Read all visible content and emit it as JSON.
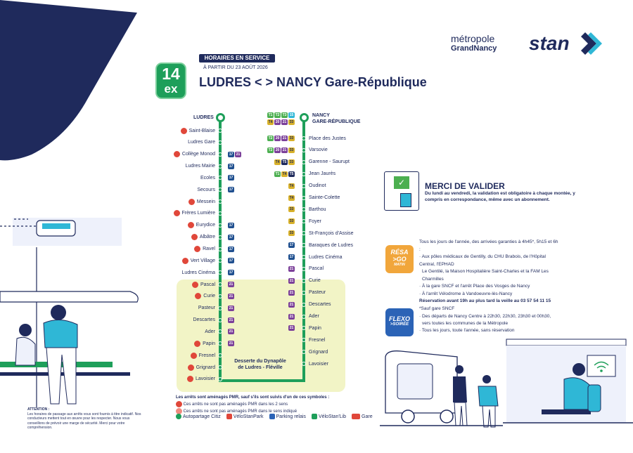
{
  "header": {
    "hours_badge": "HORAIRES EN SERVICE",
    "since": "À PARTIR DU 23 AOÛT 2026",
    "line_number": "14",
    "line_suffix": "ex",
    "route": "LUDRES < > NANCY Gare-République",
    "metropole_line1": "métropole",
    "metropole_line2": "GrandNancy",
    "brand": "stan"
  },
  "map": {
    "left_terminus": "LUDRES",
    "right_terminus_line1": "NANCY",
    "right_terminus_line2": "GARE-RÉPUBLIQUE",
    "right_terminus_lines": [
      "T1",
      "T2",
      "T3",
      "15",
      "T4",
      "20",
      "21",
      "33"
    ],
    "zone_label": "Desserte du Dynapôle de Ludres - Fléville",
    "left_stops": [
      {
        "name": "Saint-Blaise",
        "pmr": true,
        "conn": []
      },
      {
        "name": "Ludres Gare",
        "pmr": false,
        "conn": []
      },
      {
        "name": "Collège Monod",
        "pmr": true,
        "conn": [
          "17",
          "21"
        ]
      },
      {
        "name": "Ludres Mairie",
        "pmr": false,
        "conn": [
          "17"
        ]
      },
      {
        "name": "Ecoles",
        "pmr": false,
        "conn": [
          "17"
        ]
      },
      {
        "name": "Secours",
        "pmr": false,
        "conn": [
          "17"
        ]
      },
      {
        "name": "Messein",
        "pmr": true,
        "conn": []
      },
      {
        "name": "Frères Lumière",
        "pmr": true,
        "conn": []
      },
      {
        "name": "Eurydice",
        "pmr": true,
        "conn": [
          "17"
        ]
      },
      {
        "name": "Albâtre",
        "pmr": true,
        "conn": [
          "17"
        ]
      },
      {
        "name": "Ravel",
        "pmr": true,
        "conn": [
          "17"
        ]
      },
      {
        "name": "Vert Village",
        "pmr": true,
        "conn": [
          "17"
        ]
      },
      {
        "name": "Ludres Cinéma",
        "pmr": false,
        "conn": [
          "17"
        ]
      },
      {
        "name": "Pascal",
        "pmr": true,
        "conn": [
          "21"
        ]
      },
      {
        "name": "Curie",
        "pmr": true,
        "conn": [
          "21"
        ]
      },
      {
        "name": "Pasteur",
        "pmr": false,
        "conn": [
          "21"
        ]
      },
      {
        "name": "Descartes",
        "pmr": false,
        "conn": [
          "21"
        ]
      },
      {
        "name": "Ader",
        "pmr": false,
        "conn": [
          "21"
        ]
      },
      {
        "name": "Papin",
        "pmr": true,
        "conn": [
          "21"
        ]
      },
      {
        "name": "Fresnel",
        "pmr": true,
        "conn": []
      },
      {
        "name": "Grignard",
        "pmr": true,
        "conn": []
      },
      {
        "name": "Lavoisier",
        "pmr": true,
        "conn": []
      }
    ],
    "right_stops": [
      {
        "name": "Place des Justes",
        "conn": [
          "T2",
          "20",
          "21",
          "33"
        ]
      },
      {
        "name": "Varsovie",
        "conn": [
          "T2",
          "20",
          "21",
          "33"
        ]
      },
      {
        "name": "Garenne - Saurupt",
        "conn": [
          "T4",
          "T5",
          "33"
        ]
      },
      {
        "name": "Jean Jaurès",
        "conn": [
          "T1",
          "T4",
          "T5"
        ]
      },
      {
        "name": "Oudinot",
        "conn": [
          "T4"
        ]
      },
      {
        "name": "Sainte-Colette",
        "conn": [
          "T4"
        ]
      },
      {
        "name": "Barthou",
        "conn": [
          "33"
        ]
      },
      {
        "name": "Foyer",
        "conn": [
          "33"
        ]
      },
      {
        "name": "St-François d'Assise",
        "conn": [
          "33"
        ]
      },
      {
        "name": "Baraques de Ludres",
        "conn": [
          "17"
        ]
      },
      {
        "name": "Ludres Cinéma",
        "conn": [
          "17"
        ]
      },
      {
        "name": "Pascal",
        "conn": [
          "21"
        ]
      },
      {
        "name": "Curie",
        "conn": [
          "21"
        ]
      },
      {
        "name": "Pasteur",
        "conn": [
          "21"
        ]
      },
      {
        "name": "Descartes",
        "conn": [
          "21"
        ]
      },
      {
        "name": "Ader",
        "conn": [
          "21"
        ]
      },
      {
        "name": "Papin",
        "conn": [
          "21"
        ]
      },
      {
        "name": "Fresnel",
        "conn": []
      },
      {
        "name": "Grignard",
        "conn": []
      },
      {
        "name": "Lavoisier",
        "conn": []
      }
    ]
  },
  "validate": {
    "title": "MERCI DE VALIDER",
    "text": "Du lundi au vendredi, la validation est obligatoire à chaque montée, y compris en correspondance, même avec un abonnement."
  },
  "resa": {
    "badge_line1": "RÉSA",
    "badge_line2": ">GO",
    "badge_line3": "MATIN",
    "lines": [
      "Tous les jours de l'année, des arrivées garanties à 4h45*, 5h15 et 6h :",
      "· Aux pôles médicaux de Gentilly, du CHU Brabois, de l'Hôpital Central, l'EPHAD",
      "  Le Gentilé, la Maison Hospitalière Saint-Charles et la FAM Les Charmilles",
      "· À la gare SNCF et l'arrêt Place des Vosges de Nancy",
      "· À l'arrêt Vélodrome à Vandoeuvre-lès-Nancy",
      "Réservation avant 19h au plus tard la veille au 03 57 54 11 15",
      "*Sauf gare SNCF"
    ]
  },
  "flexo": {
    "badge_line1": "FLEXO",
    "badge_line2": ">SOIRÉE",
    "lines": [
      "· Des départs de Nancy Centre à 22h30, 22h30, 23h30 et 00h30,",
      "  vers toutes les communes de la Métropole",
      "· Tous les jours, toute l'année, sans réservation"
    ]
  },
  "legend": {
    "title": "Les arrêts sont aménagés PMR, sauf s'ils sont suivis d'un de ces symboles :",
    "item1": "Ces arrêts ne sont pas aménagés PMR dans les 2 sens",
    "item2": "Ces arrêts ne sont pas aménagés PMR dans le sens indiqué",
    "services": [
      "Autopartage Citiz",
      "VéloStanPark",
      "Parking relais",
      "VéloStan'Lib",
      "Gare"
    ]
  },
  "attention": {
    "title": "ATTENTION :",
    "text": "Les horaires de passage aux arrêts vous sont fournis à titre indicatif. Nos conducteurs mettent tout en œuvre pour les respecter. Nous vous conseillons de prévoir une marge de sécurité. Merci pour votre compréhension."
  },
  "colors": {
    "navy": "#1f2a5c",
    "line_green": "#1e9f5a",
    "zone_yellow": "#f2f4c6",
    "pmr_red": "#e0473a",
    "tram_green": "#4caf50",
    "bus21": "#7b3f99",
    "bus17": "#1f4f8f",
    "bus33": "#d8b12a",
    "resa_orange": "#f1a63b",
    "flexo_blue": "#2b63b6"
  }
}
